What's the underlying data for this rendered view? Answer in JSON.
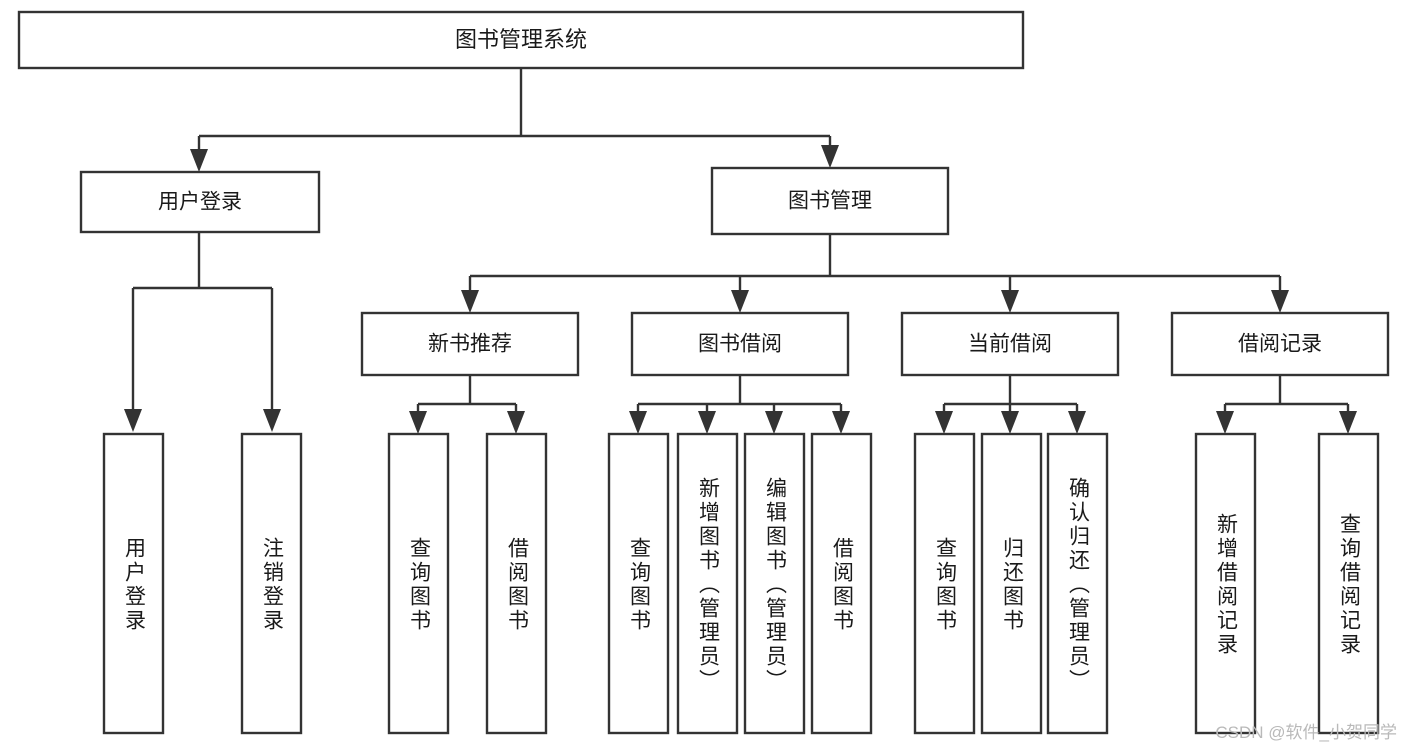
{
  "diagram": {
    "title": "图书管理系统",
    "type": "tree-hierarchy-functional-structure",
    "background_color": "#ffffff",
    "box_stroke_color": "#333333",
    "box_fill_color": "#ffffff",
    "text_color": "#1a1a1a",
    "root": {
      "label": "图书管理系统",
      "orientation": "horizontal"
    },
    "level1": [
      {
        "label": "用户登录",
        "orientation": "horizontal"
      },
      {
        "label": "图书管理",
        "orientation": "horizontal"
      }
    ],
    "level2": [
      {
        "label": "新书推荐",
        "orientation": "horizontal"
      },
      {
        "label": "图书借阅",
        "orientation": "horizontal"
      },
      {
        "label": "当前借阅",
        "orientation": "horizontal"
      },
      {
        "label": "借阅记录",
        "orientation": "horizontal"
      }
    ],
    "leaves": {
      "user_login": [
        {
          "label": "用户登录",
          "orientation": "vertical"
        },
        {
          "label": "注销登录",
          "orientation": "vertical"
        }
      ],
      "new_book_recommend": [
        {
          "label": "查询图书",
          "orientation": "vertical"
        },
        {
          "label": "借阅图书",
          "orientation": "vertical"
        }
      ],
      "book_borrow": [
        {
          "label": "查询图书",
          "orientation": "vertical"
        },
        {
          "label": "新增图书（管理员）",
          "orientation": "vertical"
        },
        {
          "label": "编辑图书（管理员）",
          "orientation": "vertical"
        },
        {
          "label": "借阅图书",
          "orientation": "vertical"
        }
      ],
      "current_borrow": [
        {
          "label": "查询图书",
          "orientation": "vertical"
        },
        {
          "label": "归还图书",
          "orientation": "vertical"
        },
        {
          "label": "确认归还（管理员）",
          "orientation": "vertical"
        }
      ],
      "borrow_record": [
        {
          "label": "新增借阅记录",
          "orientation": "vertical"
        },
        {
          "label": "查询借阅记录",
          "orientation": "vertical"
        }
      ]
    }
  },
  "watermark": {
    "text": "CSDN @软件_小贺同学",
    "color": "#b9b9b9"
  }
}
